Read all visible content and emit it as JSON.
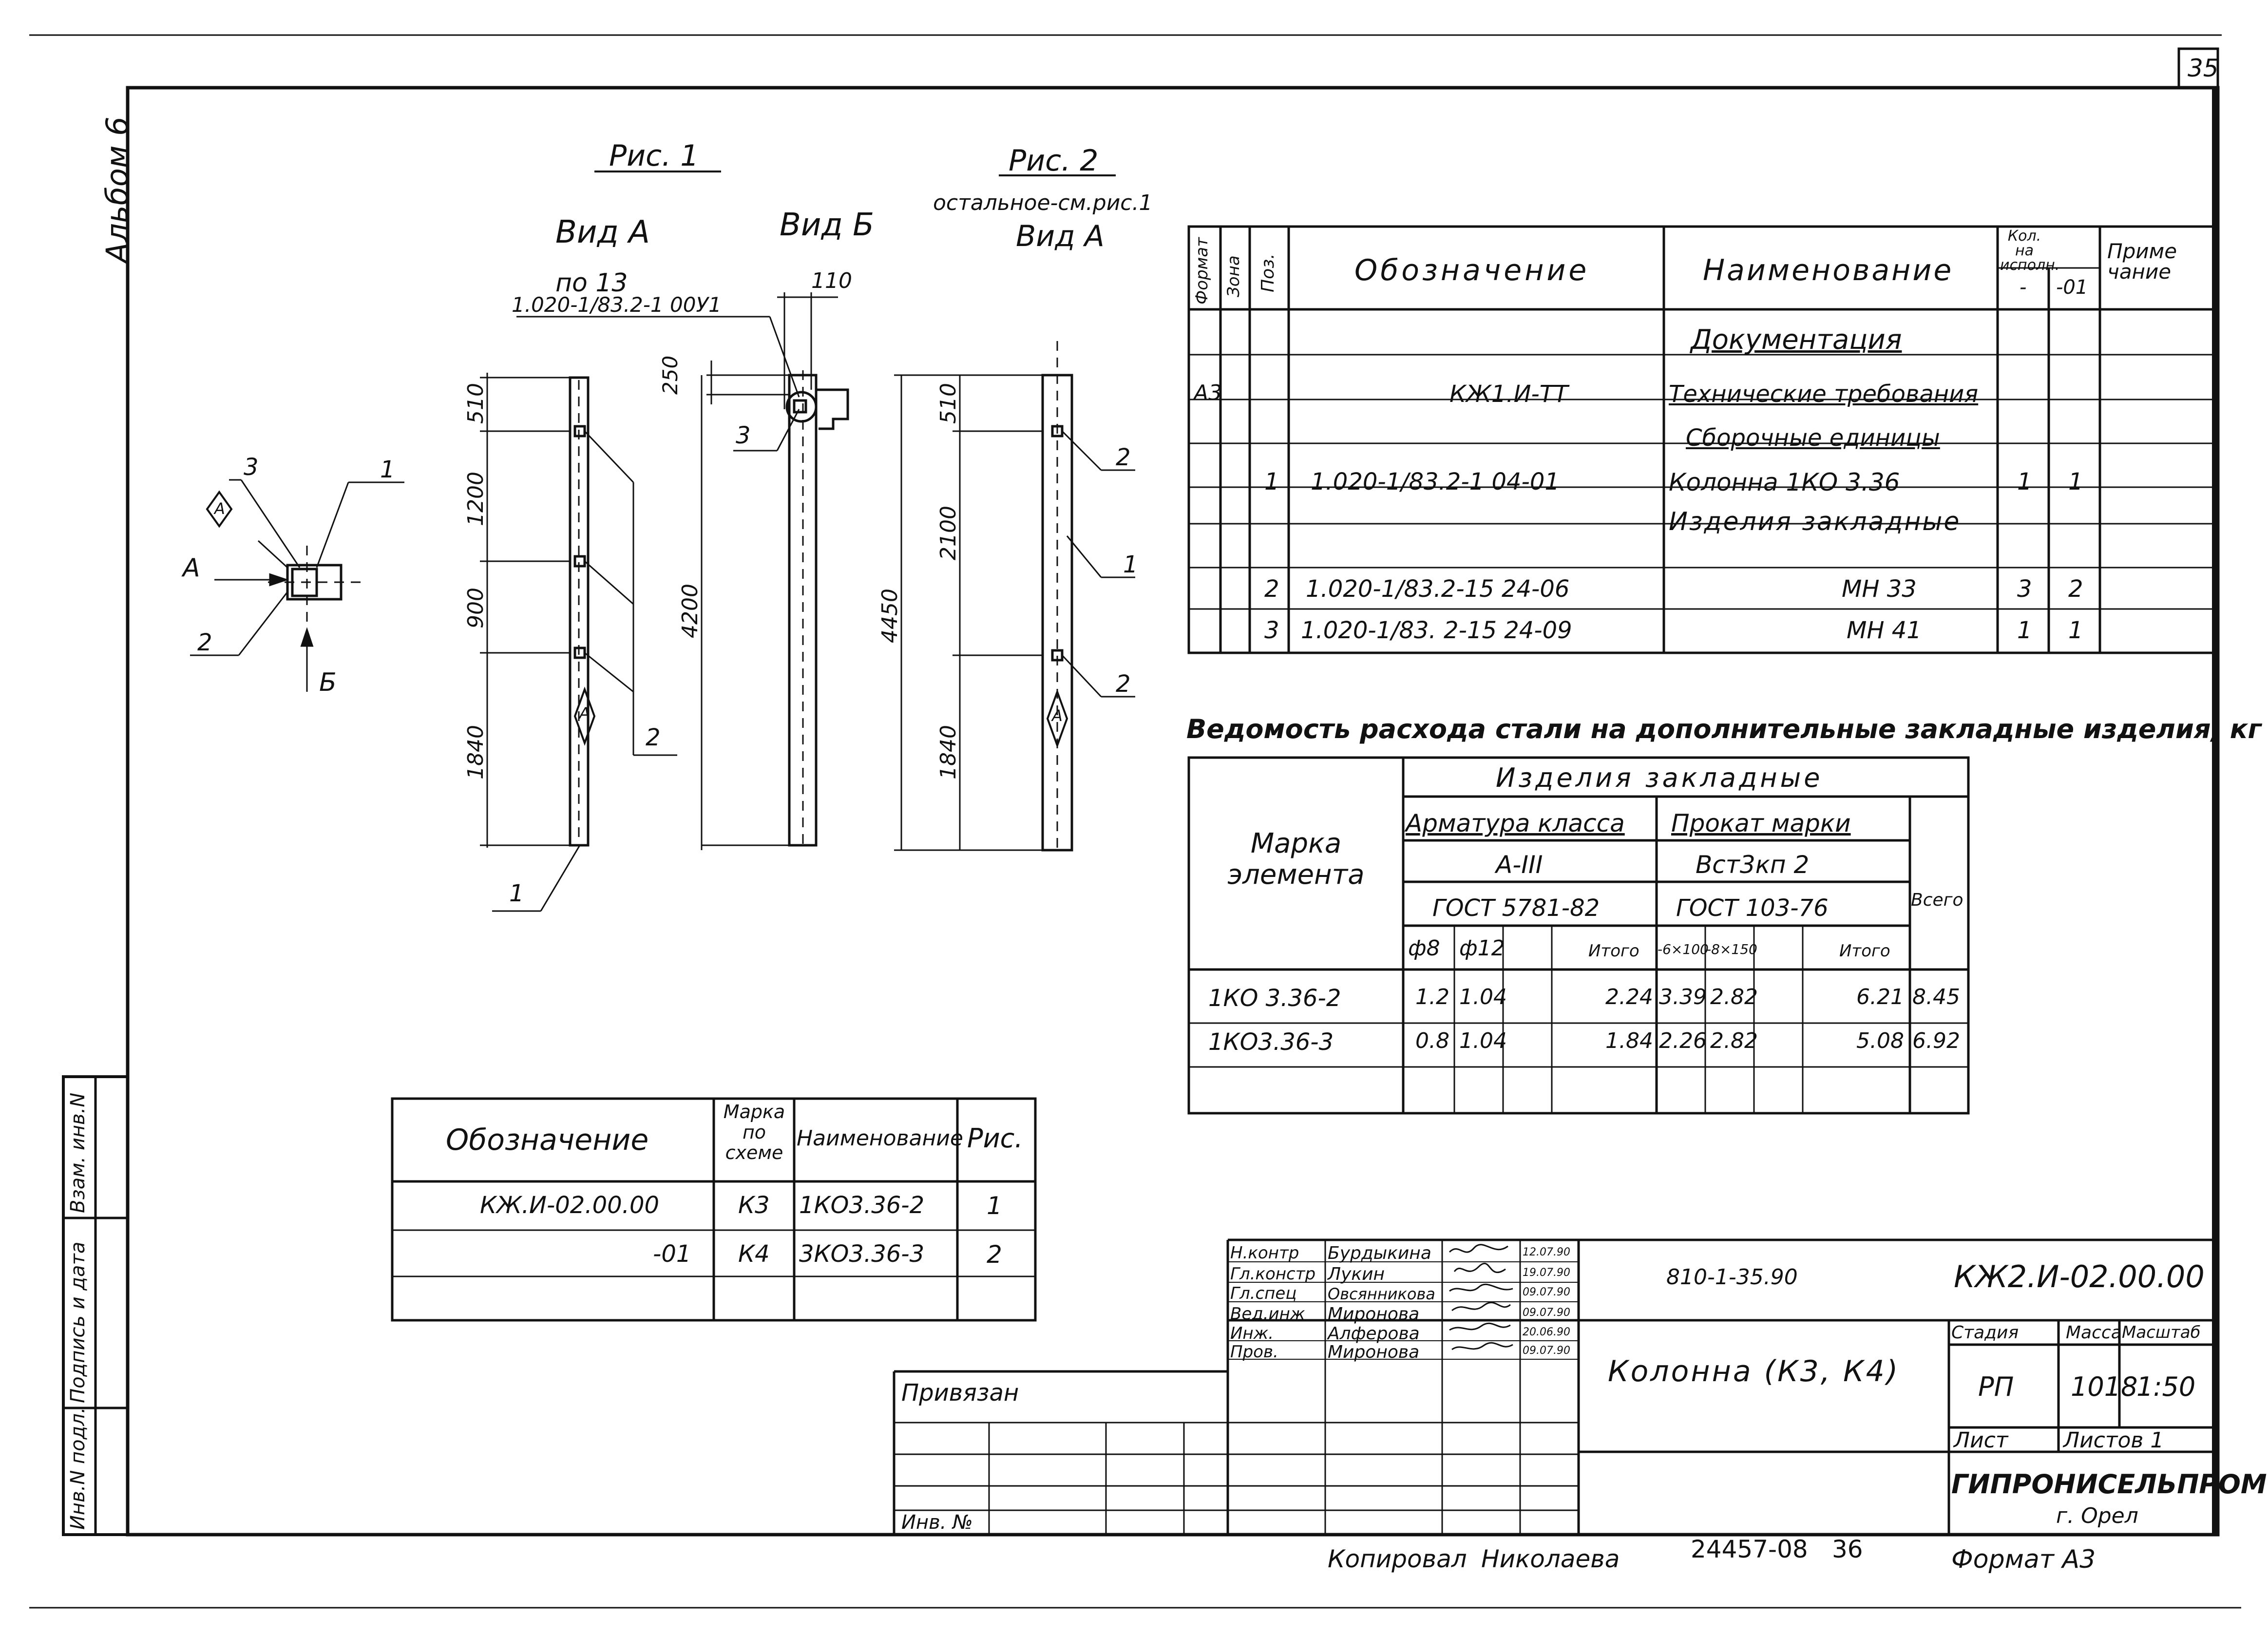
{
  "page_number": "35",
  "album": "Альбом 6",
  "fig1": {
    "title": "Рис. 1",
    "view_a": "Вид А",
    "view_b": "Вид Б",
    "ref_line1": "по 13",
    "ref_line2": "1.020-1/83.2-1 00У1",
    "dim_110": "110",
    "dim_250": "250",
    "dims_a": [
      "510",
      "1200",
      "900",
      "1840"
    ],
    "dim_4200": "4200",
    "labels": {
      "p1_bottom": "1",
      "p2_right": "2",
      "p3_b": "3"
    }
  },
  "fig2": {
    "title": "Рис. 2",
    "note": "остальное-см.рис.1",
    "view_a": "Вид А",
    "dims": [
      "510",
      "2100",
      "1840"
    ],
    "dim_total": "4450",
    "labels": [
      "2",
      "1",
      "2"
    ]
  },
  "plan": {
    "arrow_a": "А",
    "arrow_b": "Б",
    "labels": [
      "3",
      "1",
      "2"
    ],
    "mark": "А"
  },
  "spec": {
    "headers": {
      "format": "Формат",
      "zone": "Зона",
      "pos": "Поз.",
      "designation": "Обозначение",
      "name": "Наименование",
      "qty": "Кол. на исполн.",
      "qty_a": "-",
      "qty_b": "-01",
      "note": "Приме чание"
    },
    "rows": [
      {
        "format": "",
        "pos": "",
        "designation": "",
        "name": "Документация",
        "a": "",
        "b": ""
      },
      {
        "format": "А3",
        "pos": "",
        "designation": "КЖ1.И-ТТ",
        "name": "Технические требования",
        "a": "",
        "b": ""
      },
      {
        "format": "",
        "pos": "",
        "designation": "",
        "name": "Сборочные единицы",
        "a": "",
        "b": ""
      },
      {
        "format": "",
        "pos": "1",
        "designation": "1.020-1/83.2-1 04-01",
        "name": "Колонна 1КО 3.36",
        "a": "1",
        "b": "1"
      },
      {
        "format": "",
        "pos": "",
        "designation": "",
        "name": "Изделия закладные",
        "a": "",
        "b": ""
      },
      {
        "format": "",
        "pos": "2",
        "designation": "1.020-1/83.2-15 24-06",
        "name": "МН 33",
        "a": "3",
        "b": "2"
      },
      {
        "format": "",
        "pos": "3",
        "designation": "1.020-1/83. 2-15 24-09",
        "name": "МН 41",
        "a": "1",
        "b": "1"
      }
    ]
  },
  "steel": {
    "title": "Ведомость расхода стали на дополнительные закладные изделия, кг",
    "mark_header": "Марка элемента",
    "group": "Изделия закладные",
    "rebar": "Арматура класса",
    "rebar_class": "А-III",
    "rebar_gost": "ГОСТ 5781-82",
    "rolled": "Прокат марки",
    "rolled_grade": "Вст3кп 2",
    "rolled_gost": "ГОСТ 103-76",
    "total": "Всего",
    "cols": [
      "ф8",
      "ф12",
      "",
      "Итого",
      "-6×100",
      "-8×150",
      "",
      "Итого"
    ],
    "rows": [
      {
        "mark": "1КО 3.36-2",
        "v": [
          "1.2",
          "1.04",
          "",
          "2.24",
          "3.39",
          "2.82",
          "",
          "6.21"
        ],
        "total": "8.45"
      },
      {
        "mark": "1КО3.36-3",
        "v": [
          "0.8",
          "1.04",
          "",
          "1.84",
          "2.26",
          "2.82",
          "",
          "5.08"
        ],
        "total": "6.92"
      }
    ]
  },
  "schedule": {
    "headers": {
      "designation": "Обозначение",
      "mark": "Марка по схеме",
      "name": "Наименование",
      "fig": "Рис."
    },
    "rows": [
      {
        "designation": "КЖ.И-02.00.00",
        "mark": "К3",
        "name": "1КО3.36-2",
        "fig": "1"
      },
      {
        "designation": "-01",
        "mark": "К4",
        "name": "3КО3.36-3",
        "fig": "2"
      }
    ]
  },
  "stamp": {
    "roles": [
      {
        "role": "Н.контр",
        "name": "Бурдыкина",
        "date": "12.07.90"
      },
      {
        "role": "Гл.констр",
        "name": "Лукин",
        "date": "19.07.90"
      },
      {
        "role": "Гл.спец",
        "name": "Овсянникова",
        "date": "09.07.90"
      },
      {
        "role": "Вед.инж",
        "name": "Миронова",
        "date": "09.07.90"
      },
      {
        "role": "Инж.",
        "name": "Алферова",
        "date": "20.06.90"
      },
      {
        "role": "Пров.",
        "name": "Миронова",
        "date": "09.07.90"
      }
    ],
    "project": "810-1-35.90",
    "code": "КЖ2.И-02.00.00",
    "title": "Колонна (К3, К4)",
    "stage_label": "Стадия",
    "mass_label": "Масса",
    "scale_label": "Масштаб",
    "stage": "РП",
    "mass": "1018",
    "scale": "1:50",
    "sheet_label": "Лист",
    "sheets_label": "Листов 1",
    "org": "ГИПРОНИСЕЛЬПРОМ",
    "city": "г. Орел",
    "privyazan": "Привязан",
    "inv_no": "Инв. №",
    "copied": "Копировал",
    "copier": "Николаева",
    "order": "24457-08",
    "order_sheet": "36",
    "format": "Формат А3"
  },
  "side": {
    "inv_orig": "Инв.N подл.",
    "sign_date": "Подпись и дата",
    "vzam": "Взам. инв.N"
  }
}
